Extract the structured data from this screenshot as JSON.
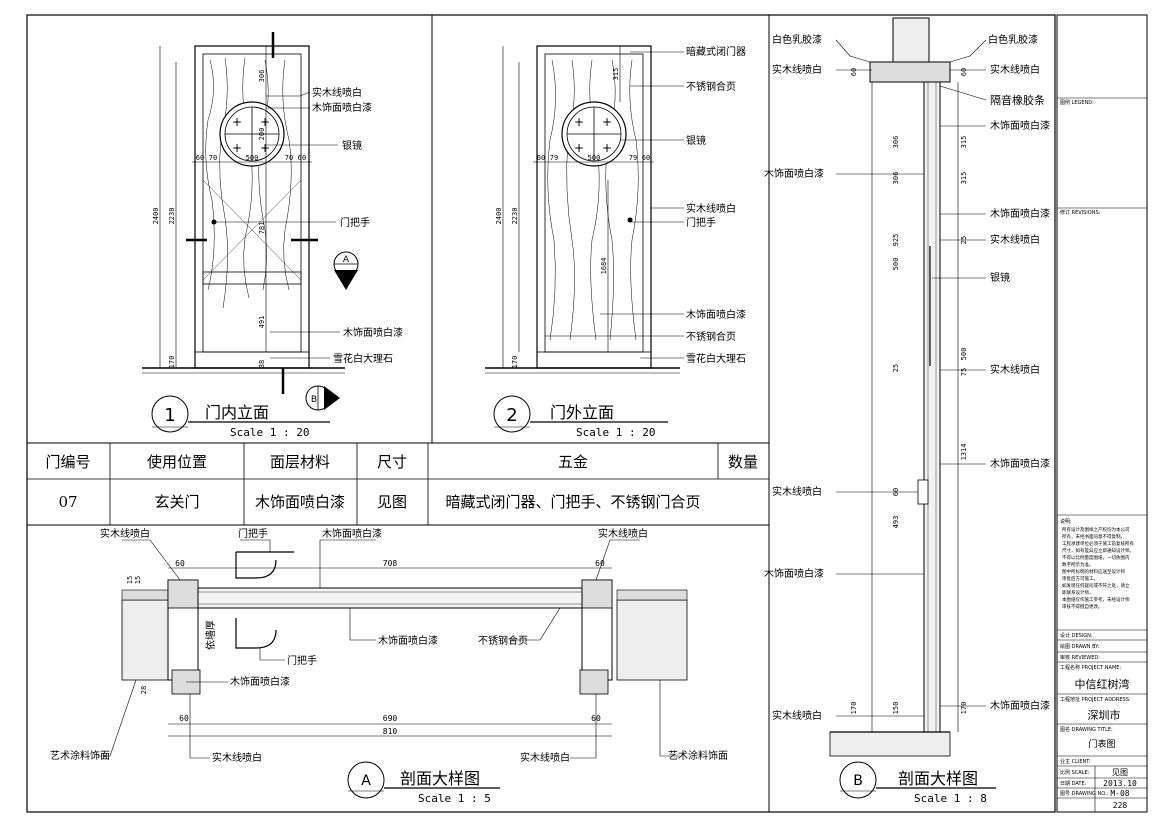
{
  "elevation_inner": {
    "number": "1",
    "title": "门内立面",
    "scale": "Scale 1 : 20",
    "labels": [
      "实木线喷白",
      "木饰面喷白漆",
      "银镜",
      "门把手",
      "木饰面喷白漆",
      "雪花白大理石"
    ],
    "dims": [
      "2400",
      "2230",
      "170",
      "500",
      "60",
      "70",
      "70",
      "60",
      "306",
      "200",
      "781",
      "491",
      "38"
    ],
    "section_a": "A",
    "section_b": "B"
  },
  "elevation_outer": {
    "number": "2",
    "title": "门外立面",
    "scale": "Scale 1 : 20",
    "labels": [
      "暗藏式闭门器",
      "不锈钢合页",
      "银镜",
      "实木线喷白",
      "门把手",
      "木饰面喷白漆",
      "不锈钢合页",
      "雪花白大理石"
    ],
    "dims": [
      "2400",
      "2230",
      "170",
      "500",
      "60",
      "79",
      "79",
      "60",
      "315",
      "1684"
    ]
  },
  "schedule": {
    "headers": [
      "门编号",
      "使用位置",
      "面层材料",
      "尺寸",
      "五金",
      "数量"
    ],
    "row": [
      "07",
      "玄关门",
      "木饰面喷白漆",
      "见图",
      "暗藏式闭门器、门把手、不锈钢门合页",
      ""
    ]
  },
  "section_a": {
    "badge": "A",
    "title": "剖面大样图",
    "scale": "Scale 1 : 5",
    "labels": [
      "实木线喷白",
      "门把手",
      "木饰面喷白漆",
      "实木线喷白",
      "木饰面喷白漆",
      "不锈钢合页",
      "门把手",
      "依墙厚",
      "木饰面喷白漆",
      "实木线喷白",
      "实木线喷白",
      "艺术涂料饰面",
      "艺术涂料饰面"
    ],
    "dims": [
      "60",
      "708",
      "60",
      "15",
      "15",
      "28",
      "60",
      "690",
      "60",
      "810"
    ]
  },
  "section_b": {
    "badge": "B",
    "title": "剖面大样图",
    "scale": "Scale 1 : 8",
    "labels_left": [
      "白色乳胶漆",
      "实木线喷白",
      "木饰面喷白漆",
      "实木线喷白",
      "木饰面喷白漆",
      "实木线喷白"
    ],
    "labels_right": [
      "白色乳胶漆",
      "实木线喷白",
      "隔音橡胶条",
      "木饰面喷白漆",
      "木饰面喷白漆",
      "实木线喷白",
      "银镜",
      "实木线喷白",
      "木饰面喷白漆",
      "木饰面喷白漆"
    ],
    "dims": [
      "60",
      "60",
      "306",
      "315",
      "306",
      "315",
      "925",
      "25",
      "500",
      "500",
      "25",
      "75",
      "1314",
      "60",
      "493",
      "170",
      "150",
      "170"
    ]
  },
  "title_block": {
    "legend": "图例 LEGEND:",
    "revisions": "修订 REVISIONS:",
    "notes_title": "说明:",
    "notes": [
      "所有设计及图样之产权均为本公司",
      "所有，未经书面同意不得复制。",
      "工程承建单位必须于施工前复核所有",
      "尺寸，如有差异应立即通知设计师。",
      "不得以比例量度图纸，一切依图内",
      "数字所示为准。",
      "图中所标明的材料应送至设计师",
      "审批后方可施工。",
      "如发现任何疑问或不符之处，请立",
      "即联系设计师。",
      "本图纸仅作施工参考，未经设计师",
      "审核不得擅自更改。"
    ],
    "design": "设计 DESIGN:",
    "drawn": "绘图 DRAWN BY:",
    "reviewed": "审核 REVIEWED:",
    "project_label": "工程名称 PROJECT NAME:",
    "project": "中信红树湾",
    "address_label": "工程地址 PROJECT ADDRESS:",
    "address": "深圳市",
    "drawing_title_label": "图名 DRAWING TITLE:",
    "drawing_title": "门表图",
    "client_label": "业主 CLIENT:",
    "scale_label": "比例 SCALE:",
    "scale": "见图",
    "date_label": "日期 DATE:",
    "date": "2013.10",
    "drawing_no_label": "图号 DRAWING NO.:",
    "drawing_no": "M-08",
    "page": "228"
  }
}
